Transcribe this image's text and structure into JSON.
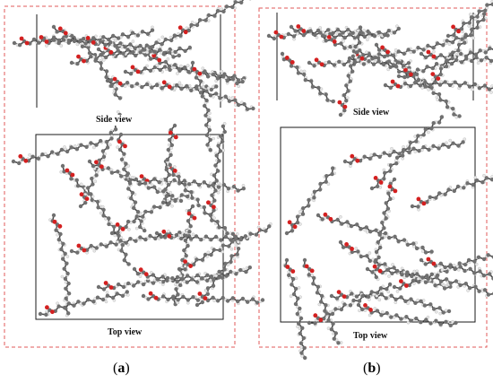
{
  "colors": {
    "panel_border": "#e05a5a",
    "box_line": "#1a1a1a",
    "carbon": "#707070",
    "carbon_dark": "#4a4a4a",
    "hydrogen": "#e8e8e8",
    "oxygen": "#d42020"
  },
  "panels": [
    {
      "side_label": "Side view",
      "top_label": "Top view",
      "caption_open": "(",
      "caption_letter": "a",
      "caption_close": ")"
    },
    {
      "side_label": "Side view",
      "top_label": "Top view",
      "caption_open": "(",
      "caption_letter": "b",
      "caption_close": ")"
    }
  ]
}
